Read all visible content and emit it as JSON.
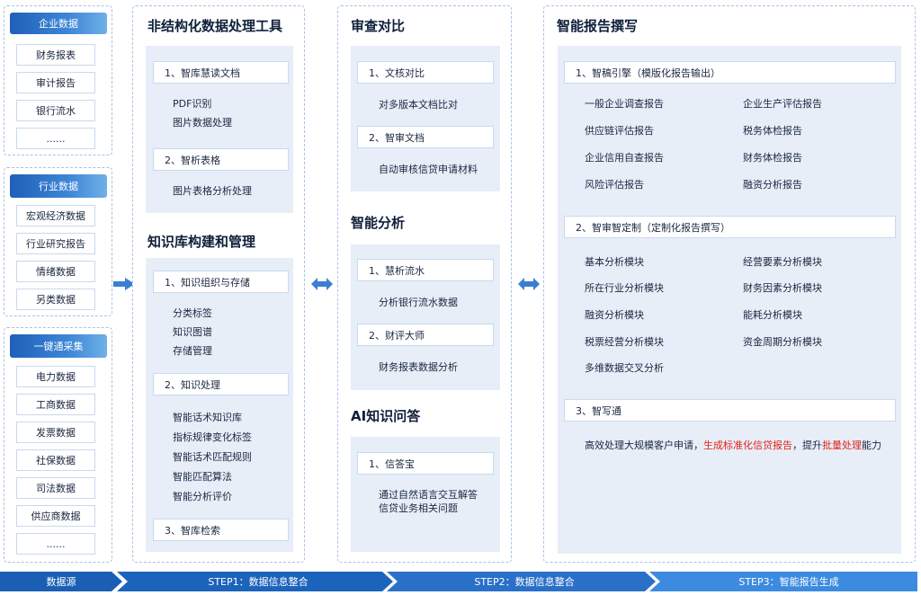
{
  "sources": {
    "groups": [
      {
        "header": "企业数据",
        "items": [
          "财务报表",
          "审计报告",
          "银行流水",
          "......"
        ]
      },
      {
        "header": "行业数据",
        "items": [
          "宏观经济数据",
          "行业研究报告",
          "情绪数据",
          "另类数据"
        ]
      },
      {
        "header": "一键通采集",
        "items": [
          "电力数据",
          "工商数据",
          "发票数据",
          "社保数据",
          "司法数据",
          "供应商数据",
          "......"
        ]
      }
    ]
  },
  "col1": {
    "title": "非结构化数据处理工具",
    "block1": [
      {
        "head": "1、智库慧读文档",
        "items": [
          "PDF识别",
          "图片数据处理"
        ]
      },
      {
        "head": "2、智析表格",
        "items": [
          "图片表格分析处理"
        ]
      }
    ],
    "title2": "知识库构建和管理",
    "block2": [
      {
        "head": "1、知识组织与存储",
        "items": [
          "分类标签",
          "知识图谱",
          "存储管理"
        ]
      },
      {
        "head": "2、知识处理",
        "items": [
          "智能话术知识库",
          "指标规律变化标签",
          "智能话术匹配规则",
          "智能匹配算法",
          "智能分析评价"
        ]
      },
      {
        "head": "3、智库检索",
        "items": []
      }
    ]
  },
  "col2": {
    "title1": "审查对比",
    "block1": [
      {
        "head": "1、文核对比",
        "items": [
          "对多版本文档比对"
        ]
      },
      {
        "head": "2、智审文档",
        "items": [
          "自动审核信贷申请材料"
        ]
      }
    ],
    "title2": "智能分析",
    "block2": [
      {
        "head": "1、慧析流水",
        "items": [
          "分析银行流水数据"
        ]
      },
      {
        "head": "2、财评大师",
        "items": [
          "财务报表数据分析"
        ]
      }
    ],
    "title3": "AI知识问答",
    "block3": [
      {
        "head": "1、信答宝",
        "items": [
          "通过自然语言交互解答",
          "信贷业务相关问题"
        ]
      }
    ]
  },
  "col3": {
    "title": "智能报告撰写",
    "sec1": {
      "head": "1、智稿引擎（模版化报告输出）",
      "left": [
        "一般企业调查报告",
        "供应链评估报告",
        "企业信用自查报告",
        "风险评估报告"
      ],
      "right": [
        "企业生产评估报告",
        "税务体检报告",
        "财务体检报告",
        "融资分析报告"
      ]
    },
    "sec2": {
      "head": "2、智审智定制（定制化报告撰写）",
      "left": [
        "基本分析模块",
        "所在行业分析模块",
        "融资分析模块",
        "税票经营分析模块",
        "多维数据交叉分析"
      ],
      "right": [
        "经营要素分析模块",
        "财务因素分析模块",
        "能耗分析模块",
        "资金周期分析模块"
      ]
    },
    "sec3": {
      "head": "3、智写通",
      "text_a": "高效处理大规模客户申请，",
      "text_b": "生成标准化信贷报告",
      "text_c": "，提升",
      "text_d": "批量处理",
      "text_e": "能力"
    }
  },
  "bottom": [
    "数据源",
    "STEP1：数据信息整合",
    "STEP2：数据信息整合",
    "STEP3：智能报告生成"
  ],
  "colors": {
    "accent": "#1f5fb8",
    "bar_dark": "#1a5fb4",
    "bar_light": "#3d8be0",
    "panel": "#e7eef8",
    "highlight": "#e2231a"
  },
  "icons": [
    "arrow-right-icon",
    "arrow-double-icon"
  ]
}
